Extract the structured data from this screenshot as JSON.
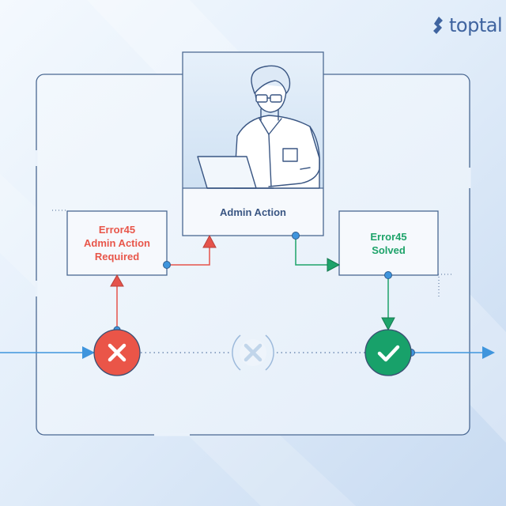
{
  "brand": {
    "name": "toptal",
    "color": "#3f64a0"
  },
  "nodes": {
    "error_box": {
      "lines": [
        "Error45",
        "Admin Action",
        "Required"
      ],
      "color": "#e8564a"
    },
    "admin_box": {
      "label": "Admin Action",
      "color": "#3a5683"
    },
    "solved_box": {
      "lines": [
        "Error45",
        "Solved"
      ],
      "color": "#1ea36a"
    }
  },
  "states": {
    "error": {
      "icon": "x-icon",
      "color": "#ea5548"
    },
    "disabled": {
      "icon": "x-icon",
      "color": "#aac4e2"
    },
    "success": {
      "icon": "check-icon",
      "color": "#18a16a"
    }
  },
  "colors": {
    "flow": "#3f95dd",
    "frame": "#4a6892",
    "error_path": "#e5534b",
    "success_path": "#1ea36a"
  }
}
